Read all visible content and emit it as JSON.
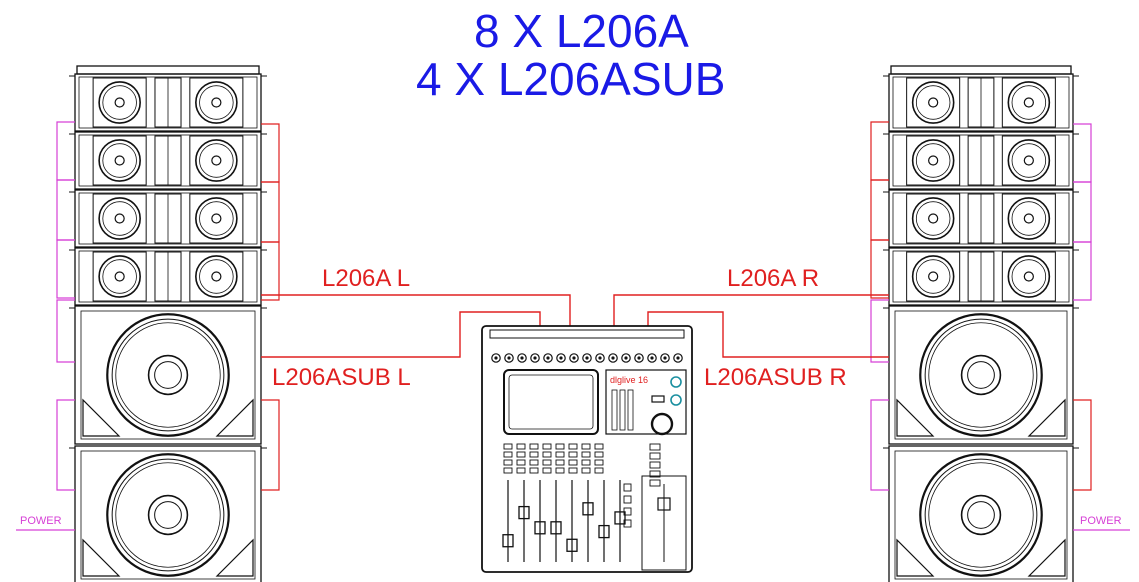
{
  "title": {
    "line1": "8 X L206A",
    "line2": "4 X L206ASUB"
  },
  "labels": {
    "top_left": "L206A L",
    "top_right": "L206A  R",
    "sub_left": "L206ASUB  L",
    "sub_right": "L206ASUB  R",
    "power_left": "POWER",
    "power_right": "POWER",
    "console_brand": "dlglive 16"
  },
  "colors": {
    "title": "#1a1ae6",
    "signal_line": "#e02020",
    "power_line": "#d640d6",
    "drawing": "#111111"
  },
  "stacks": {
    "left": {
      "line_array_modules": 4,
      "subwoofers": 2
    },
    "right": {
      "line_array_modules": 4,
      "subwoofers": 2
    }
  }
}
